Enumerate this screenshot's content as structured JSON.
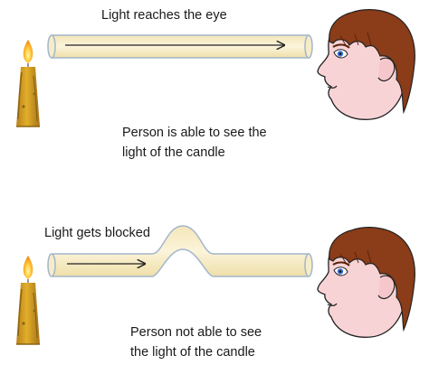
{
  "top_panel": {
    "title": "Light reaches the eye",
    "caption_line1": "Person is able to see the",
    "caption_line2": "light of the candle"
  },
  "bottom_panel": {
    "title": "Light gets blocked",
    "caption_line1": "Person not able to see",
    "caption_line2": "the light of the candle"
  },
  "colors": {
    "tube_fill": "#F7EDC8",
    "tube_stroke": "#A3B6CC",
    "arrow": "#222222",
    "candle_body": "#D7A21C",
    "candle_shadow": "#A8791A",
    "flame_outer": "#F6A21E",
    "flame_inner": "#FFE873",
    "skin": "#F8D3D6",
    "hair": "#8B3C18",
    "eye": "#3B6FD8"
  }
}
